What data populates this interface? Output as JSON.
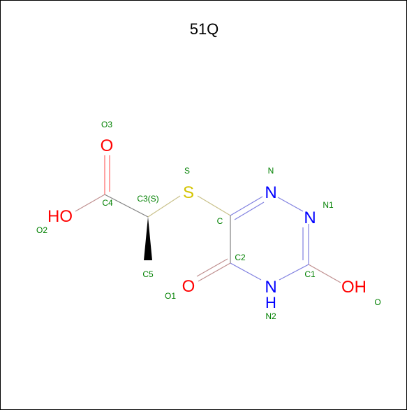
{
  "title": "51Q",
  "colors": {
    "bond": "#808080",
    "oxygen": "#ff0000",
    "nitrogen": "#0000ff",
    "sulfur": "#d4c400",
    "label": "#008000",
    "wedge": "#000000",
    "frame": "#000000"
  },
  "atoms": {
    "O3_sym": "O",
    "O2_sym": "HO",
    "S_sym": "S",
    "N_sym": "N",
    "N1_sym": "N",
    "N2_sym": "N",
    "N2_h": "H",
    "O1_sym": "O",
    "O_sym": "OH"
  },
  "labels": {
    "O3": "O3",
    "S": "S",
    "N": "N",
    "N1": "N1",
    "C4": "C4",
    "C3": "C3(S)",
    "C": "C",
    "O2": "O2",
    "C2": "C2",
    "C5": "C5",
    "C1": "C1",
    "O1": "O1",
    "N2": "N2",
    "O": "O"
  }
}
